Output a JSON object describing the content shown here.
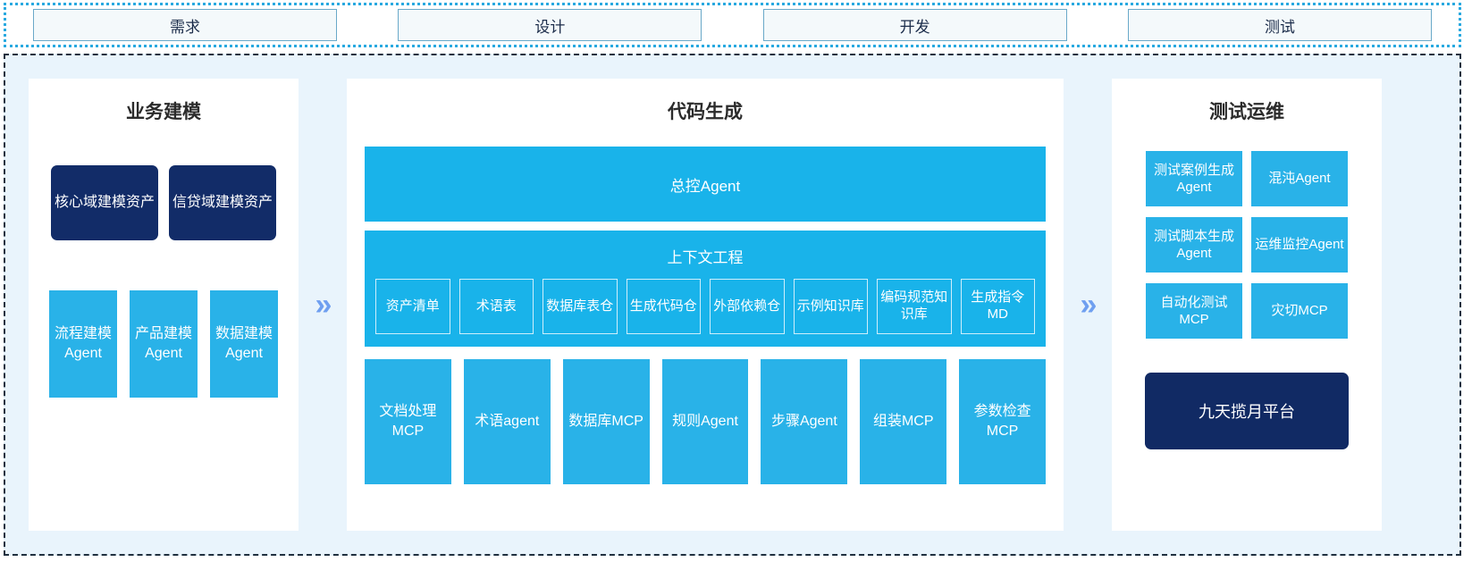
{
  "phases": [
    {
      "label": "需求"
    },
    {
      "label": "设计"
    },
    {
      "label": "开发"
    },
    {
      "label": "测试"
    }
  ],
  "separators": {
    "chevron_glyph": "»",
    "chevron_color": "#6f9ff0"
  },
  "colors": {
    "accent_blue": "#29b2e8",
    "deep_blue": "#122c68",
    "panel_bg": "#ffffff",
    "area_bg": "#e9f4fc",
    "border_cyan": "#29a9e0"
  },
  "left_panel": {
    "title": "业务建模",
    "assets": [
      {
        "label": "核心域建模资产"
      },
      {
        "label": "信贷域建模资产"
      }
    ],
    "agents": [
      {
        "label": "流程建模Agent"
      },
      {
        "label": "产品建模Agent"
      },
      {
        "label": "数据建模Agent"
      }
    ]
  },
  "center_panel": {
    "title": "代码生成",
    "master_agent": "总控Agent",
    "context": {
      "title": "上下文工程",
      "items": [
        {
          "label": "资产清单"
        },
        {
          "label": "术语表"
        },
        {
          "label": "数据库表仓"
        },
        {
          "label": "生成代码仓"
        },
        {
          "label": "外部依赖仓"
        },
        {
          "label": "示例知识库"
        },
        {
          "label": "编码规范知识库"
        },
        {
          "label": "生成指令MD"
        }
      ]
    },
    "tools": [
      {
        "label": "文档处理MCP"
      },
      {
        "label": "术语agent"
      },
      {
        "label": "数据库MCP"
      },
      {
        "label": "规则Agent"
      },
      {
        "label": "步骤Agent"
      },
      {
        "label": "组装MCP"
      },
      {
        "label": "参数检查MCP"
      }
    ]
  },
  "right_panel": {
    "title": "测试运维",
    "cards": [
      {
        "label": "测试案例生成Agent"
      },
      {
        "label": "混沌Agent"
      },
      {
        "label": "测试脚本生成Agent"
      },
      {
        "label": "运维监控Agent"
      },
      {
        "label": "自动化测试MCP"
      },
      {
        "label": "灾切MCP"
      }
    ],
    "platform": "九天揽月平台"
  }
}
